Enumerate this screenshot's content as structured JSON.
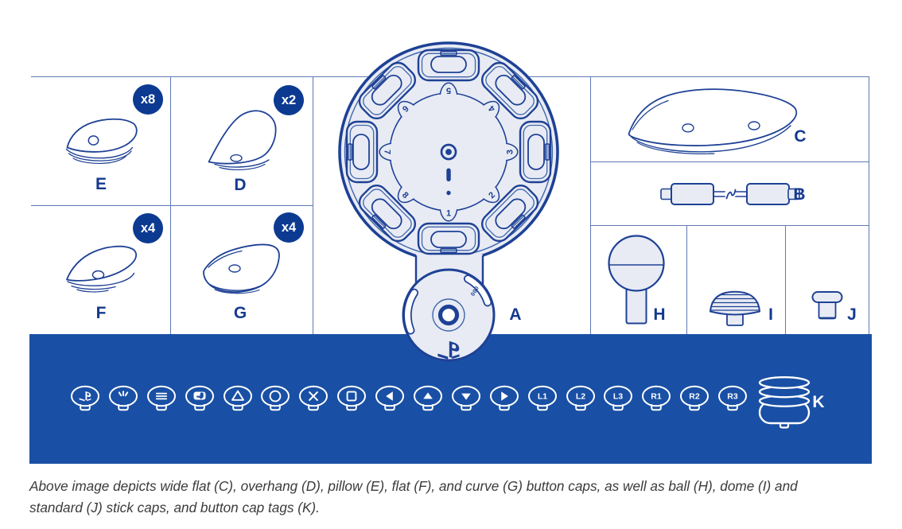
{
  "palette": {
    "band_blue": "#1950a5",
    "badge_navy": "#0c3a91",
    "line_navy": "#1e4195",
    "line_light": "#4066ab",
    "light_fill": "#e8ebf4",
    "label_navy": "#14398f",
    "grid_line": "#5f79b4",
    "caption_gray": "#3b3b3b"
  },
  "parts": {
    "A": {
      "label": "A",
      "name": "access-controller"
    },
    "B": {
      "label": "B",
      "name": "usb-cable"
    },
    "C": {
      "label": "C",
      "name": "wide-flat-button-cap"
    },
    "D": {
      "label": "D",
      "qty": "x2",
      "name": "overhang-button-cap"
    },
    "E": {
      "label": "E",
      "qty": "x8",
      "name": "pillow-button-cap"
    },
    "F": {
      "label": "F",
      "qty": "x4",
      "name": "flat-button-cap"
    },
    "G": {
      "label": "G",
      "qty": "x4",
      "name": "curve-button-cap"
    },
    "H": {
      "label": "H",
      "name": "ball-stick-cap"
    },
    "I": {
      "label": "I",
      "name": "dome-stick-cap"
    },
    "J": {
      "label": "J",
      "name": "standard-stick-cap"
    },
    "K": {
      "label": "K",
      "name": "button-cap-tags"
    }
  },
  "controller": {
    "pod_numbers": [
      "1",
      "2",
      "3",
      "4",
      "5",
      "6",
      "7",
      "8"
    ],
    "port_label": "000"
  },
  "band": {
    "tags": {
      "icons": [
        "ps-logo",
        "mic-mute",
        "options",
        "touchpad",
        "triangle",
        "circle",
        "cross",
        "square",
        "dpad-left",
        "dpad-up",
        "dpad-down",
        "dpad-right"
      ],
      "text_labels": [
        "L1",
        "L2",
        "L3",
        "R1",
        "R2",
        "R3"
      ]
    }
  },
  "caption": {
    "line1": "Above image depicts wide flat (C), overhang (D), pillow (E), flat (F), and curve (G) button caps, as well as ball (H), dome (I) and",
    "line2": "standard (J) stick caps, and button cap tags (K)."
  }
}
